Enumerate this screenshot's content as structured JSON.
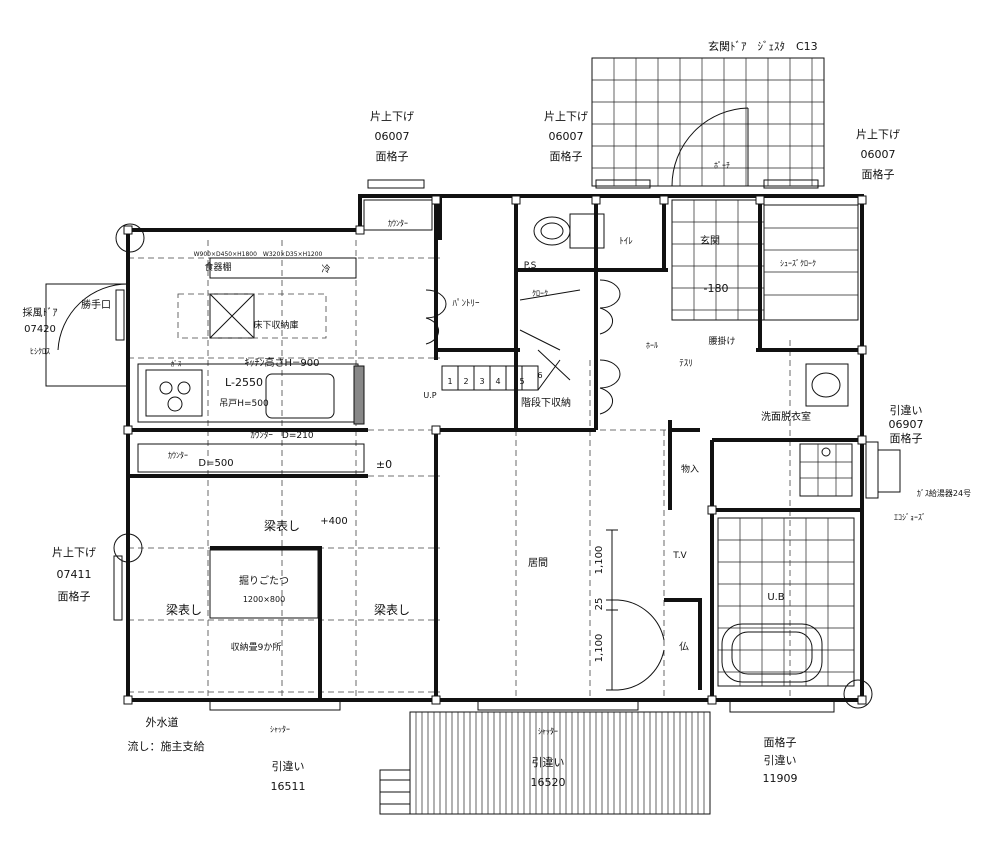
{
  "labels": {
    "entrance_door": "玄関ﾄﾞｱ　ｼﾞｪｽﾀ　C13",
    "win_top_left_1": "片上下げ",
    "win_top_left_2": "06007",
    "win_top_left_3": "面格子",
    "win_top_mid_1": "片上下げ",
    "win_top_mid_2": "06007",
    "win_top_mid_3": "面格子",
    "win_top_right_1": "片上下げ",
    "win_top_right_2": "06007",
    "win_top_right_3": "面格子",
    "porch": "ﾎﾟｰﾁ",
    "counter_top": "ｶｳﾝﾀｰ",
    "toilet": "ﾄｲﾚ",
    "genkan": "玄関",
    "shoes_cloak": "ｼｭｰｽﾞｸﾛｰｸ",
    "genkan_level": "-180",
    "ps": "P.S",
    "cloak": "ｸﾛｰｸ",
    "pantry": "ﾊﾟﾝﾄﾘｰ",
    "hall": "ﾎｰﾙ",
    "koshikake": "腰掛け",
    "tesuri": "ﾃｽﾘ",
    "shelf_dims": "W900×D450×H1800　W320×D35×H1200",
    "dish_shelf": "食器棚",
    "fridge": "冷",
    "katteguchi": "勝手口",
    "saifu_door_1": "採風ﾄﾞｱ",
    "saifu_door_2": "07420",
    "saifu_door_3": "ﾋｼｸﾛｽ",
    "underfloor": "床下収納庫",
    "kitchen_height": "ｷｯﾁﾝ高さH=900",
    "gas": "ｶﾞｽ",
    "l_2550": "L-2550",
    "tsuridana": "吊戸H=500",
    "counter_d210": "ｶｳﾝﾀｰ　D=210",
    "counter_d500_a": "ｶｳﾝﾀｰ",
    "counter_d500_b": "D=500",
    "up": "U.P",
    "stair_storage": "階段下収納",
    "steps": [
      "1",
      "2",
      "3",
      "4",
      "5",
      "6"
    ],
    "senmen": "洗面脱衣室",
    "win_right_1": "引違い",
    "win_right_2": "06907",
    "win_right_3": "面格子",
    "water_heater": "ｶﾞｽ給湯器24号",
    "ecojozu": "ｴｺｼﾞｮｰｽﾞ",
    "plus_minus_0": "±0",
    "monoire": "物入",
    "hari_1": "梁表し",
    "plus_400": "+400",
    "living": "居間",
    "tv": "T.V",
    "dim_1100_a": "1,100",
    "dim_25": "25",
    "dim_1100_b": "1,100",
    "butsu": "仏",
    "ub": "U.B",
    "horigotatsu": "掘りごたつ",
    "horigotatsu_size": "1200×800",
    "hari_2": "梁表し",
    "hari_3": "梁表し",
    "storage_9": "収納畳9か所",
    "win_left_1": "片上下げ",
    "win_left_2": "07411",
    "win_left_3": "面格子",
    "shutter_left": "ｼｬｯﾀｰ",
    "shutter_mid": "ｼｬｯﾀｰ",
    "outdoor_tap": "外水道",
    "sink_note": "流し：施主支給",
    "win_b1_1": "引違い",
    "win_b1_2": "16511",
    "win_b2_1": "引違い",
    "win_b2_2": "16520",
    "win_b3_1": "面格子",
    "win_b3_2": "引違い",
    "win_b3_3": "11909"
  }
}
